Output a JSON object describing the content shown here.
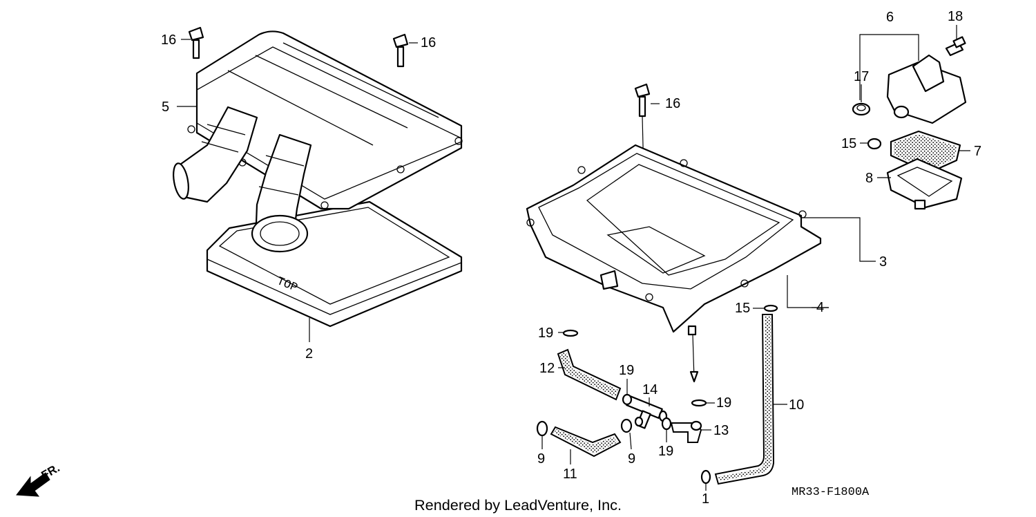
{
  "diagram": {
    "credit": "Rendered by LeadVenture, Inc.",
    "code": "MR33-F1800A",
    "direction_label": "FR.",
    "filter_marking": "TOP",
    "callouts": {
      "c1": "1",
      "c2": "2",
      "c3": "3",
      "c4": "4",
      "c5": "5",
      "c6": "6",
      "c7": "7",
      "c8": "8",
      "c9a": "9",
      "c9b": "9",
      "c10": "10",
      "c11": "11",
      "c12": "12",
      "c13": "13",
      "c14": "14",
      "c15a": "15",
      "c15b": "15",
      "c16a": "16",
      "c16b": "16",
      "c16c": "16",
      "c17": "17",
      "c18": "18",
      "c19a": "19",
      "c19b": "19",
      "c19c": "19",
      "c19d": "19"
    }
  }
}
